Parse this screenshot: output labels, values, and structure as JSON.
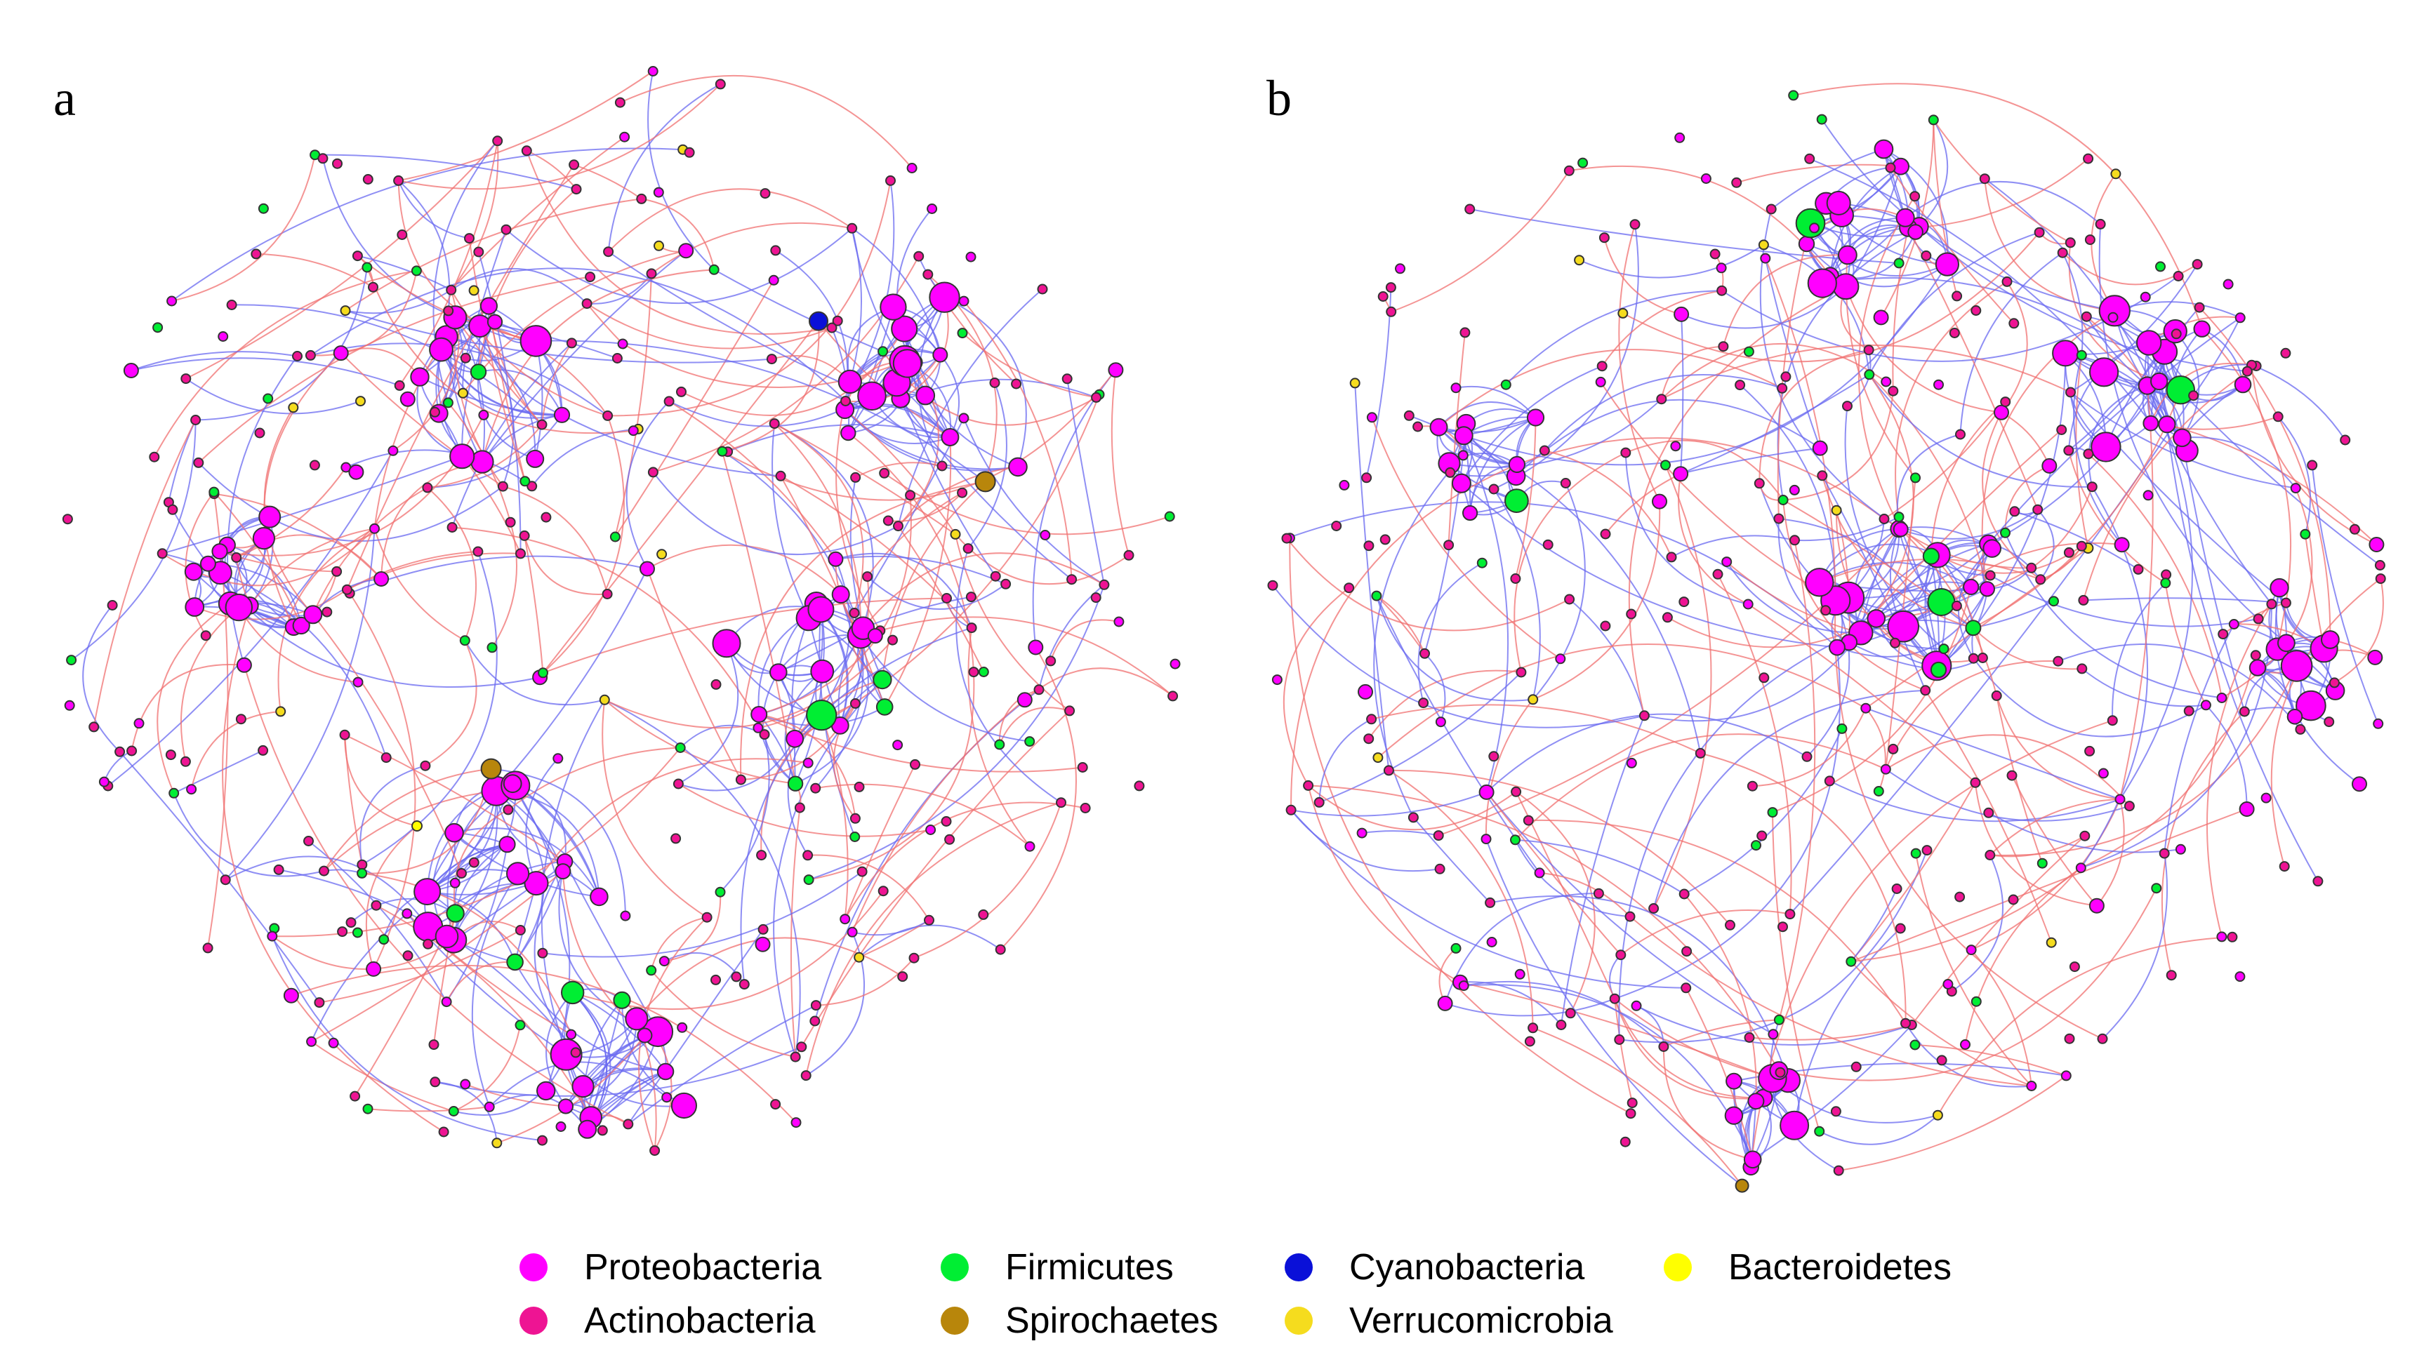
{
  "panels": [
    {
      "label": "a"
    },
    {
      "label": "b"
    }
  ],
  "colors": {
    "positive_edge": "#f07070",
    "negative_edge": "#6a6af0",
    "node_stroke": "#333333"
  },
  "legend": {
    "row1": [
      {
        "name": "Proteobacteria",
        "color": "#ff00ff"
      },
      {
        "name": "Firmicutes",
        "color": "#00ee33"
      },
      {
        "name": "Cyanobacteria",
        "color": "#0a10d8"
      },
      {
        "name": "Bacteroidetes",
        "color": "#ffff00"
      }
    ],
    "row2": [
      {
        "name": "Actinobacteria",
        "color": "#ee1493"
      },
      {
        "name": "Spirochaetes",
        "color": "#b8860b"
      },
      {
        "name": "Verrucomicrobia",
        "color": "#f5dc1e"
      }
    ]
  }
}
